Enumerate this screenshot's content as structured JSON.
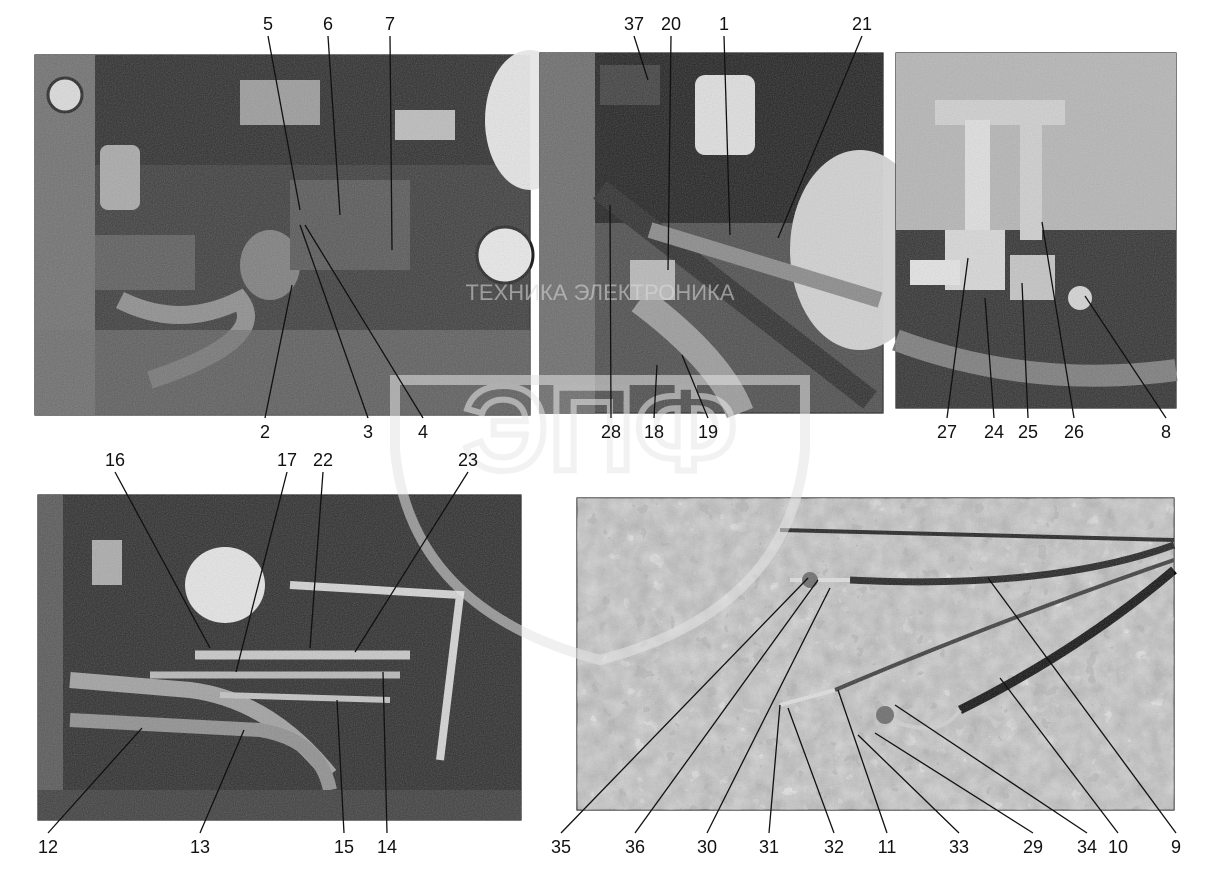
{
  "colors": {
    "photo_dark": "#2b2b2b",
    "photo_mid": "#7a7a7a",
    "photo_light": "#bdbdbd",
    "concrete": "#b9b9b9",
    "watermark": "#cfcfcf"
  },
  "watermark": {
    "text": "ТЕХНИКА ЭЛЕКТРОНИКА",
    "logo_letters": "ЭПФ"
  },
  "callouts": [
    "5",
    "6",
    "7",
    "2",
    "3",
    "4",
    "37",
    "20",
    "1",
    "21",
    "28",
    "18",
    "19",
    "27",
    "24",
    "25",
    "26",
    "8",
    "16",
    "17",
    "22",
    "23",
    "12",
    "13",
    "15",
    "14",
    "35",
    "36",
    "30",
    "31",
    "32",
    "11",
    "33",
    "29",
    "34",
    "10",
    "9"
  ]
}
